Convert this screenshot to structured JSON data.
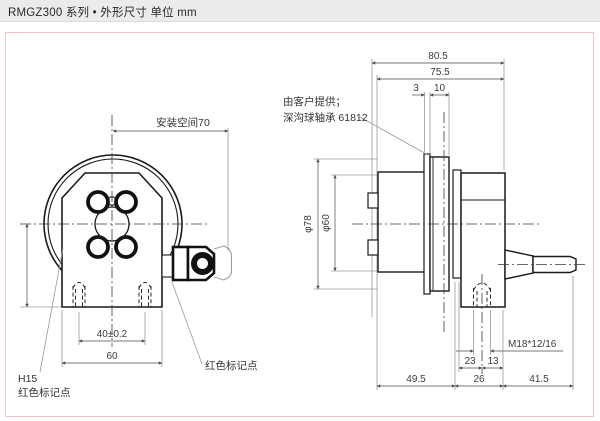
{
  "title": "RMGZ300 系列 • 外形尺寸  单位 mm",
  "front_view": {
    "install_space_label": "安装空间70",
    "hole_spacing": "40±0.2",
    "base_width": "60",
    "height_label": "H15",
    "red_mark_left": "红色标记点",
    "red_mark_right": "红色标记点"
  },
  "side_view": {
    "overall_width": "80.5",
    "body_width": "75.5",
    "ring_width": "3",
    "bearing_width": "10",
    "bearing_od": "φ78",
    "bearing_bore": "φ60",
    "note_line1": "由客户提供；",
    "note_line2": "深沟球轴承 61812",
    "thread_label": "M18*12/16",
    "dim_23": "23",
    "dim_13": "13",
    "dim_49_5": "49.5",
    "dim_26": "26",
    "dim_41_5": "41.5"
  },
  "colors": {
    "frame_border": "#f2c6c6",
    "title_bg": "#ebebeb",
    "line": "#1a1a1a",
    "dim_text": "#3c3c3c"
  }
}
